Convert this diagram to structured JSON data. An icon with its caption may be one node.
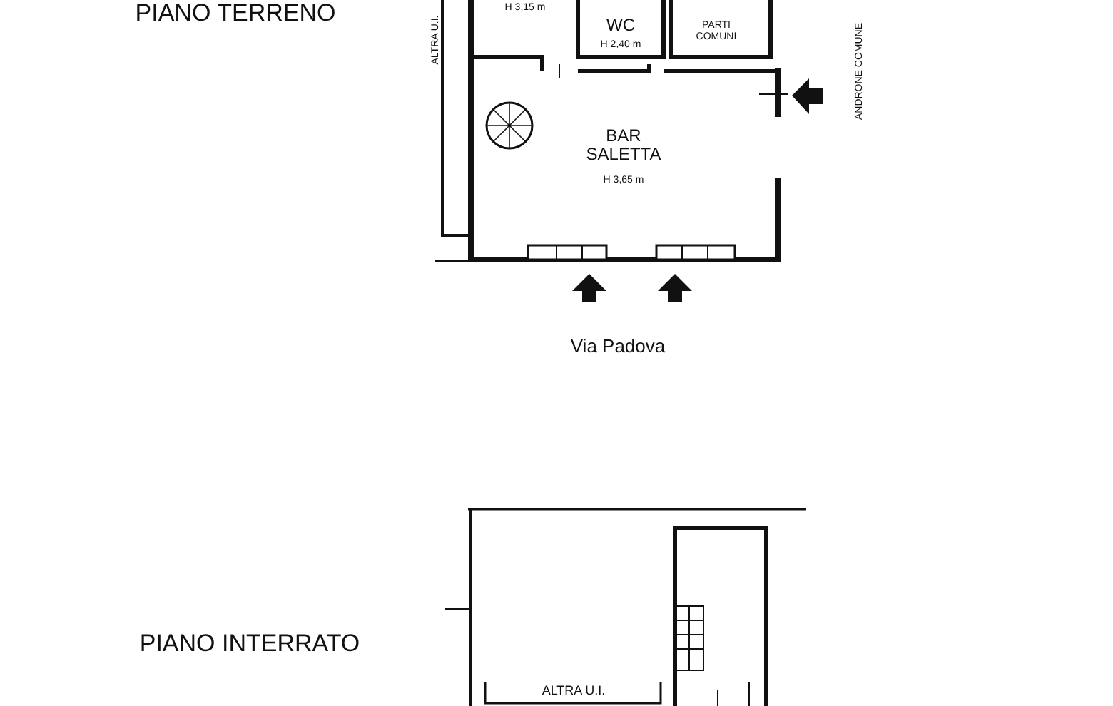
{
  "diagram": {
    "labels": [
      "PIANO TERRENO",
      "ALTRA U.I.",
      "H 3,15 m",
      "WC",
      "H 2,40 m",
      "PARTI COMUNI",
      "ANDRONE COMUNE",
      "BAR SALETTA",
      "H 3,65 m",
      "Via Padova",
      "PIANO INTERRATO",
      "ALTRA U.I."
    ]
  }
}
